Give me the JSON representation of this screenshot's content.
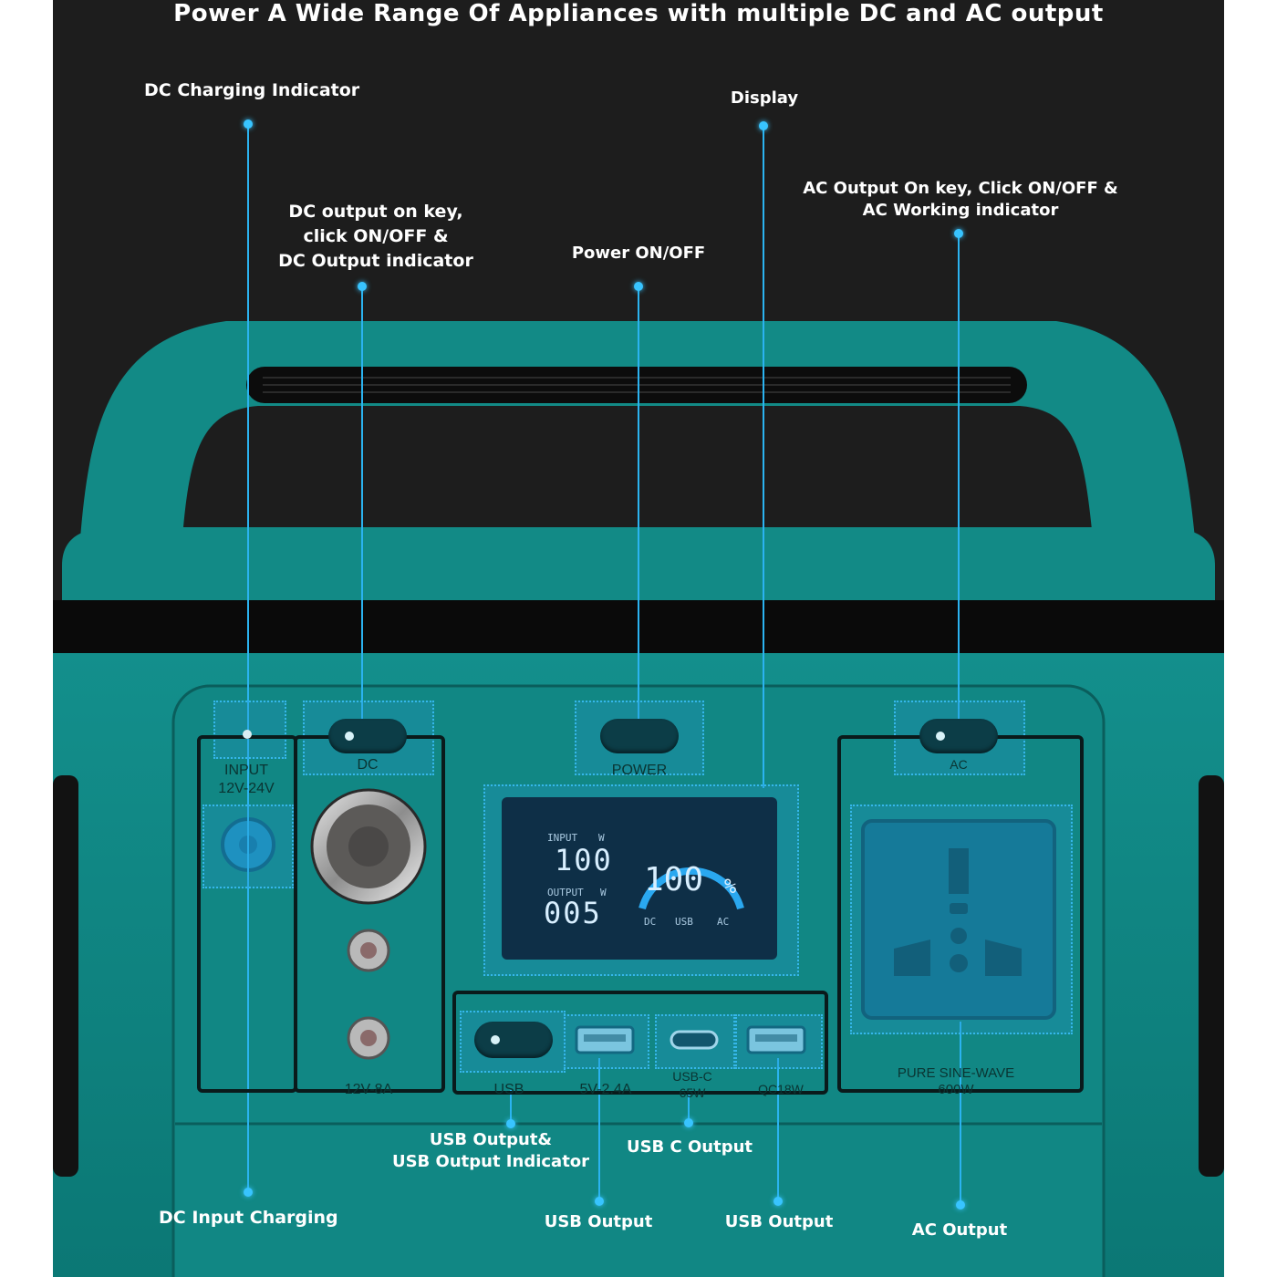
{
  "headline": "Power A Wide Range Of Appliances with multiple DC and AC output",
  "callouts": {
    "dc_charging_indicator": "DC Charging Indicator",
    "display": "Display",
    "ac_output_key_line1": "AC Output On key, Click ON/OFF &",
    "ac_output_key_line2": "AC Working indicator",
    "dc_output_key_line1": "DC output on key,",
    "dc_output_key_line2": "click ON/OFF &",
    "dc_output_key_line3": "DC Output indicator",
    "power_on_off": "Power ON/OFF",
    "usb_output_indicator_line1": "USB Output&",
    "usb_output_indicator_line2": "USB Output Indicator",
    "usb_c_output": "USB C Output",
    "dc_input_charging": "DC Input Charging",
    "usb_output_1": "USB Output",
    "usb_output_2": "USB Output",
    "ac_output": "AC Output"
  },
  "panel": {
    "input_label": "INPUT",
    "input_range": "12V-24V",
    "dc_label": "DC",
    "dc_rating": "12V-8A",
    "power_label": "POWER",
    "ac_label": "AC",
    "usb_label": "USB",
    "usb_a_rating": "5V-2.4A",
    "usbc_label": "USB-C",
    "usbc_rating": "65W",
    "qc_rating": "QC18W",
    "sine_label": "PURE SINE-WAVE",
    "sine_rating": "600W"
  },
  "display": {
    "input_label": "INPUT",
    "input_unit": "W",
    "input_value": "100",
    "output_label": "OUTPUT",
    "output_unit": "W",
    "output_value": "005",
    "battery_value": "100",
    "battery_unit": "%",
    "battery_level": 1.0,
    "dc": "DC",
    "usb": "USB",
    "ac": "AC"
  },
  "colors": {
    "background": "#1d1d1d",
    "body_teal": "#0f8a88",
    "highlight_blue": "#35b7ea",
    "callout_text": "#ffffff"
  }
}
